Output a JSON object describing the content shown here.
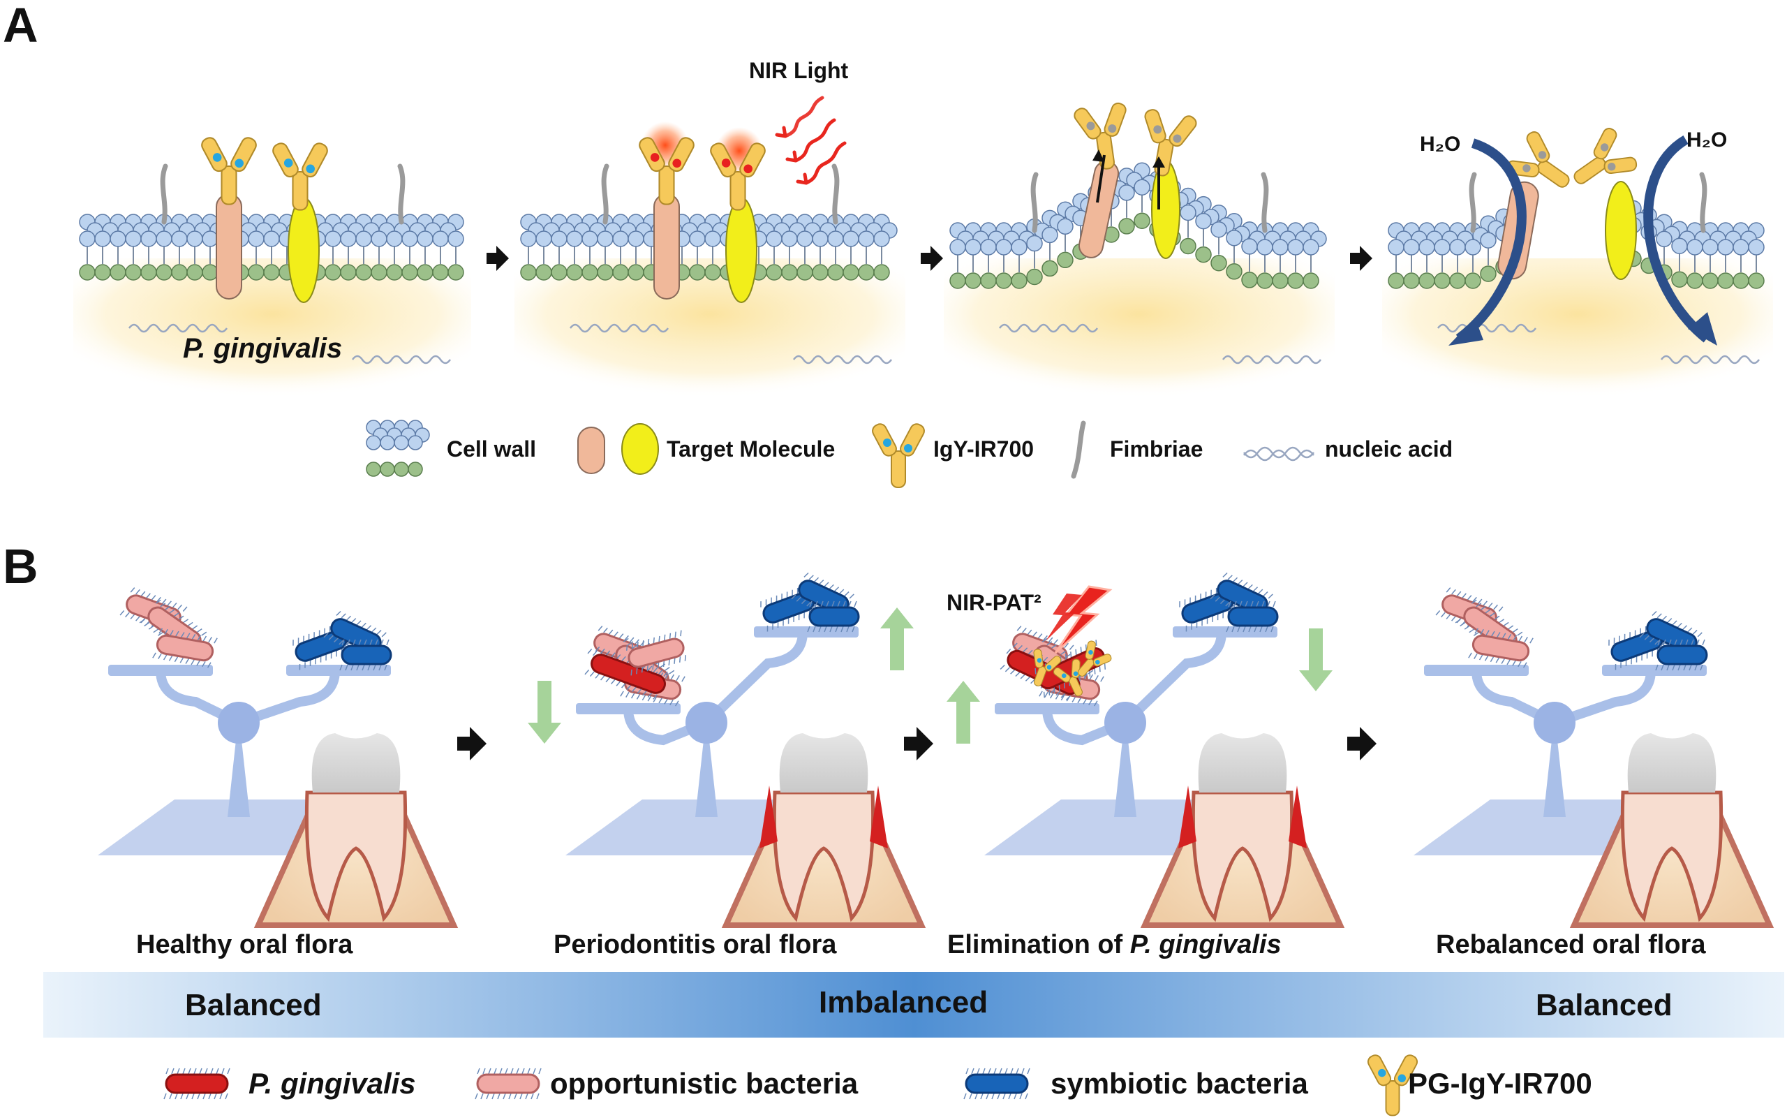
{
  "panel_a": {
    "label": "A",
    "nir_light": "NIR Light",
    "water_left": "H₂O",
    "water_right": "H₂O",
    "organism": "P. gingivalis",
    "legend": {
      "cell_wall": "Cell wall",
      "target_molecule": "Target Molecule",
      "igy": "IgY-IR700",
      "fimbriae": "Fimbriae",
      "nucleic_acid": "nucleic acid"
    }
  },
  "panel_b": {
    "label": "B",
    "nir_pat": "NIR-PAT²",
    "captions": {
      "healthy": "Healthy oral flora",
      "periodontitis": "Periodontitis oral flora",
      "elimination_prefix": "Elimination of ",
      "elimination_species": "P. gingivalis",
      "rebalanced": "Rebalanced oral flora"
    },
    "bar": {
      "left": "Balanced",
      "middle": "Imbalanced",
      "right": "Balanced"
    },
    "legend": {
      "pg": "P. gingivalis",
      "opportunistic": "opportunistic bacteria",
      "symbiotic": "symbiotic bacteria",
      "pg_igy": "PG-IgY-IR700"
    }
  },
  "colors": {
    "lipid_head": "#bcd3ef",
    "lipid_tail": "#9cc08a",
    "target_pink": "#f0b89a",
    "target_yellow": "#f2ee1a",
    "igy": "#f6c95a",
    "balance": "#a9bfe8",
    "pg_red": "#d42020",
    "opportunistic_pink": "#f0a8a4",
    "symbiotic_blue": "#1864b8",
    "arrow_dark_blue": "#2c4f8a",
    "green_arrow": "#a6d39a"
  }
}
